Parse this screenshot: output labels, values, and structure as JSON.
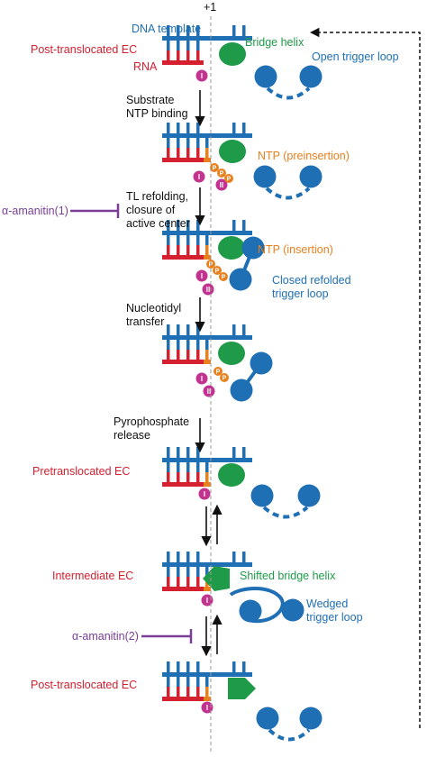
{
  "title": "",
  "position_label": "+1",
  "labels": {
    "dna_template": "DNA template",
    "bridge_helix": "Bridge helix",
    "open_trigger_loop": "Open trigger loop",
    "post_translocated_top": "Post-translocated EC",
    "rna": "RNA",
    "ntp_preinsertion": "NTP (preinsertion)",
    "ntp_insertion": "NTP (insertion)",
    "closed_refolded_tl_1": "Closed refolded",
    "closed_refolded_tl_2": "trigger loop",
    "pretranslocated": "Pretranslocated EC",
    "intermediate": "Intermediate EC",
    "shifted_bridge_helix": "Shifted bridge helix",
    "wedged_tl_1": "Wedged",
    "wedged_tl_2": "trigger loop",
    "post_translocated_bottom": "Post-translocated EC",
    "amanitin1": "α-amanitin(1)",
    "amanitin2": "α-amanitin(2)"
  },
  "steps": {
    "s1_l1": "Substrate",
    "s1_l2": "NTP binding",
    "s2_l1": "TL refolding,",
    "s2_l2": "closure of",
    "s2_l3": "active center",
    "s3_l1": "Nucleotidyl",
    "s3_l2": "transfer",
    "s4_l1": "Pyrophosphate",
    "s4_l2": "release"
  },
  "markers": {
    "mg1": "I",
    "mg2": "II",
    "phosphate": "P"
  },
  "colors": {
    "dna": "#1f6fb5",
    "rna": "#d4202f",
    "ntp": "#e8801e",
    "bridge_helix": "#1f9a48",
    "trigger_loop": "#1f6fb5",
    "mg": "#c2338f",
    "amanitin": "#7a3e97",
    "label_red": "#d4202f",
    "label_blue": "#1f6fb5",
    "label_green": "#1f9a48",
    "label_orange": "#e8801e"
  }
}
